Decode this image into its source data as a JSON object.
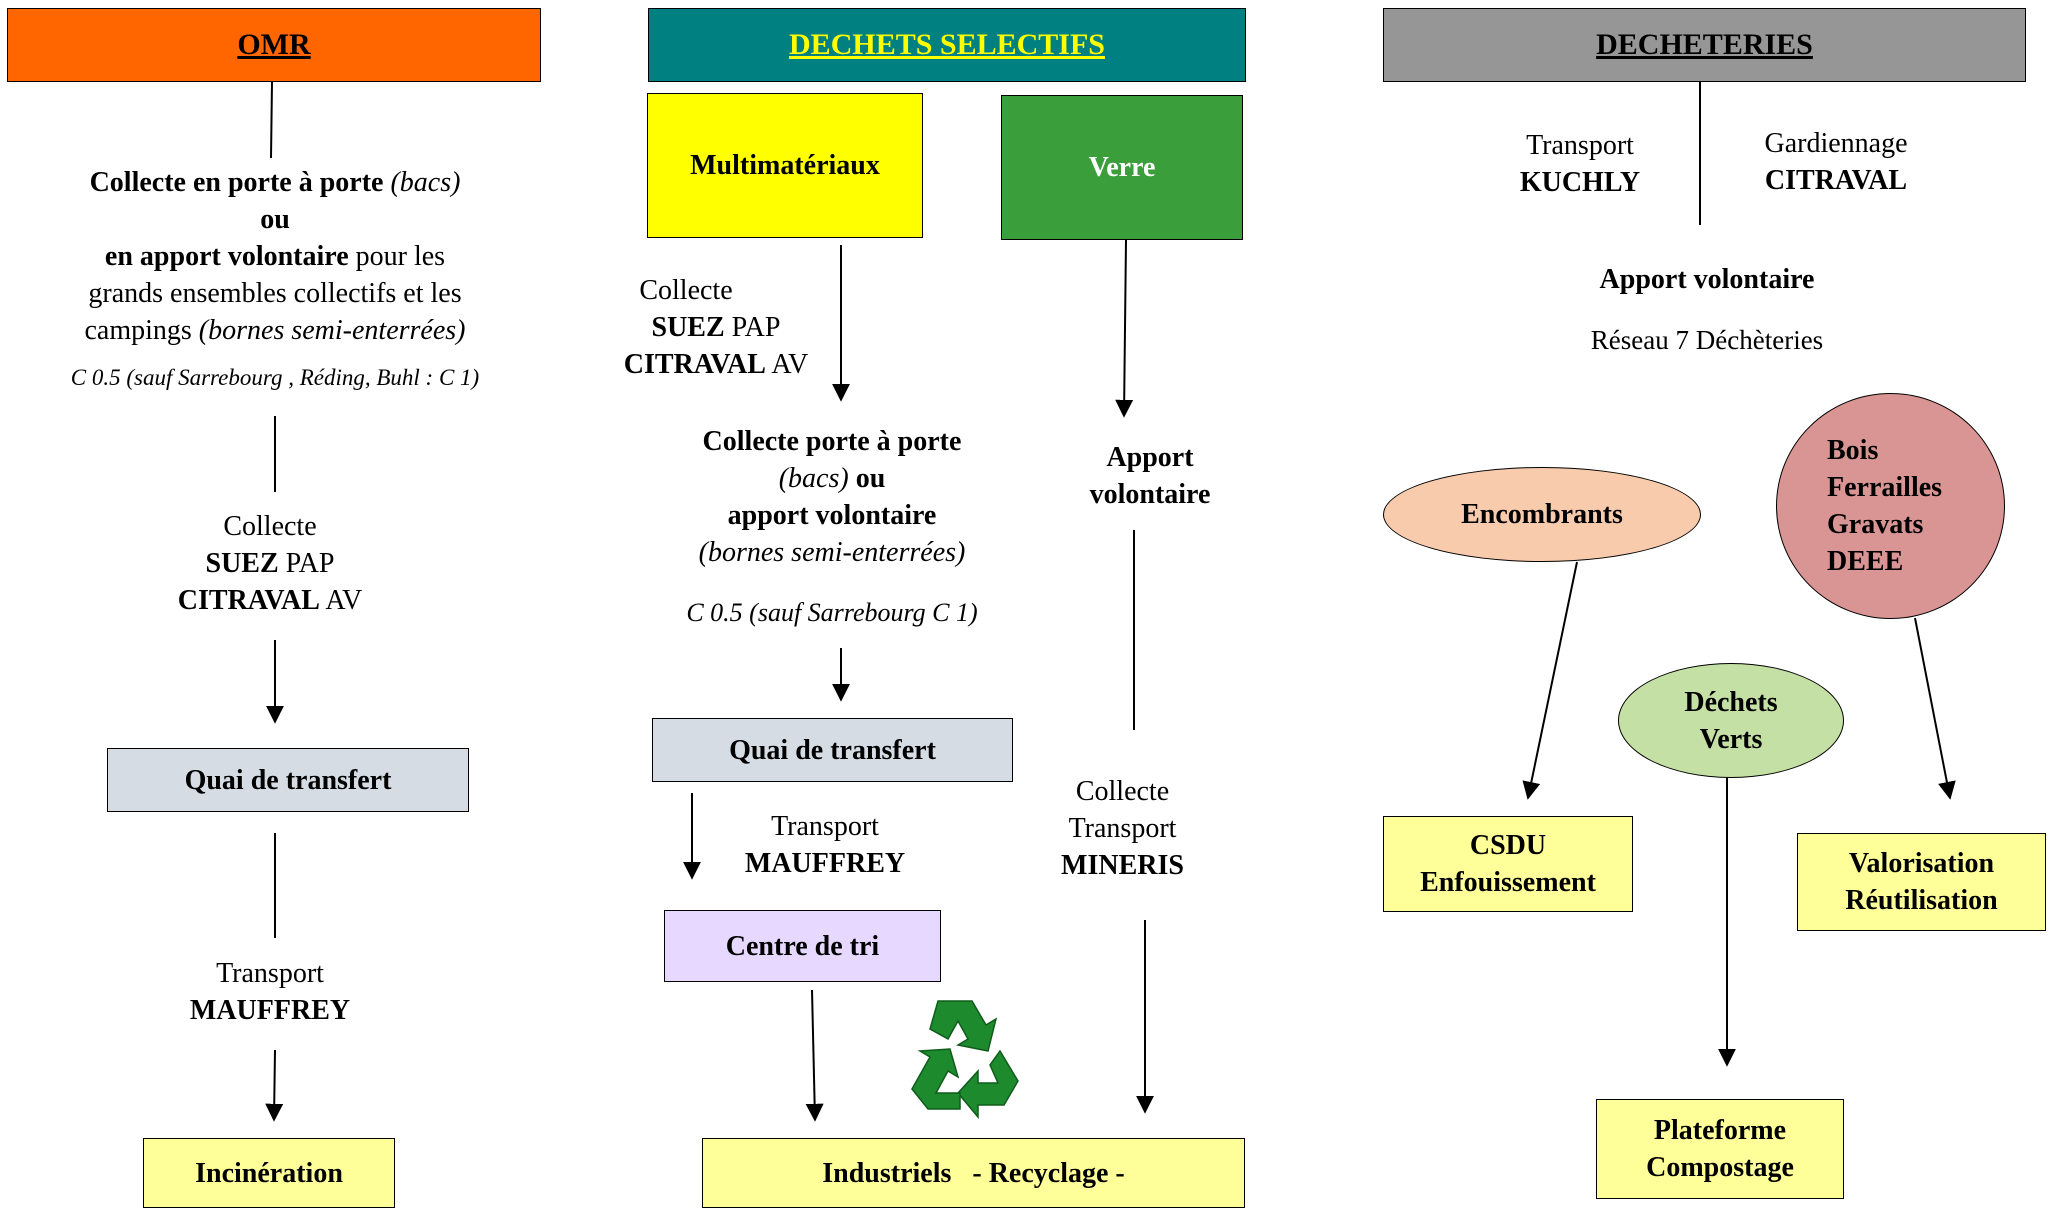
{
  "colors": {
    "omr_header": "#ff6600",
    "selectifs_header": "#008080",
    "selectifs_header_text": "#ffff00",
    "decheteries_header": "#969696",
    "multimateriaux": "#ffff00",
    "verre": "#3a9e3a",
    "quai": "#d6dce4",
    "centre_tri": "#e6d8ff",
    "destination": "#ffff99",
    "encombrants": "#f8cbad",
    "dechets_verts": "#c5e0a5",
    "bois": "#d99594",
    "recycle_symbol": "#1e8a2e"
  },
  "omr": {
    "header": "OMR",
    "collecte_bold1": "Collecte en porte à porte",
    "collecte_italic1": "(bacs)",
    "ou": "ou",
    "apport_bold": "en apport volontaire",
    "apport_rest": "pour les",
    "line3": "grands ensembles collectifs et les",
    "line4_plain": "campings",
    "line4_italic": "(bornes semi-enterrées)",
    "frequency": "C 0.5 (sauf Sarrebourg , Réding, Buhl : C 1)",
    "collecte_label": "Collecte",
    "suez": "SUEZ",
    "pap": "PAP",
    "citraval": "CITRAVAL",
    "av": "AV",
    "quai": "Quai de transfert",
    "transport_label": "Transport",
    "mauffrey": "MAUFFREY",
    "incineration": "Incinération"
  },
  "selectifs": {
    "header": "DECHETS SELECTIFS",
    "multimateriaux": "Multimatériaux",
    "verre": "Verre",
    "collecte_label": "Collecte",
    "suez": "SUEZ",
    "pap": "PAP",
    "citraval": "CITRAVAL",
    "av": "AV",
    "pap_bold": "Collecte porte à porte",
    "bacs": "(bacs)",
    "ou": "ou",
    "apport_bold": "apport volontaire",
    "bornes": "(bornes semi-enterrées)",
    "frequency": "C 0.5 (sauf Sarrebourg C 1)",
    "quai": "Quai de transfert",
    "transport_label": "Transport",
    "mauffrey": "MAUFFREY",
    "centre_tri": "Centre de tri",
    "industriels": "Industriels   - Recyclage -",
    "verre_apport_1": "Apport",
    "verre_apport_2": "volontaire",
    "verre_collecte": "Collecte",
    "verre_transport": "Transport",
    "mineris": "MINERIS"
  },
  "decheteries": {
    "header": "DECHETERIES",
    "transport_label": "Transport",
    "kuchly": "KUCHLY",
    "gardiennage_label": "Gardiennage",
    "citraval": "CITRAVAL",
    "apport": "Apport volontaire",
    "reseau": "Réseau 7 Déchèteries",
    "encombrants": "Encombrants",
    "bois": "Bois",
    "ferrailles": "Ferrailles",
    "gravats": "Gravats",
    "deee": "DEEE",
    "dechets": "Déchets",
    "verts": "Verts",
    "csdu": "CSDU",
    "enfouissement": "Enfouissement",
    "valorisation": "Valorisation",
    "reutilisation": "Réutilisation",
    "plateforme": "Plateforme",
    "compostage": "Compostage"
  }
}
